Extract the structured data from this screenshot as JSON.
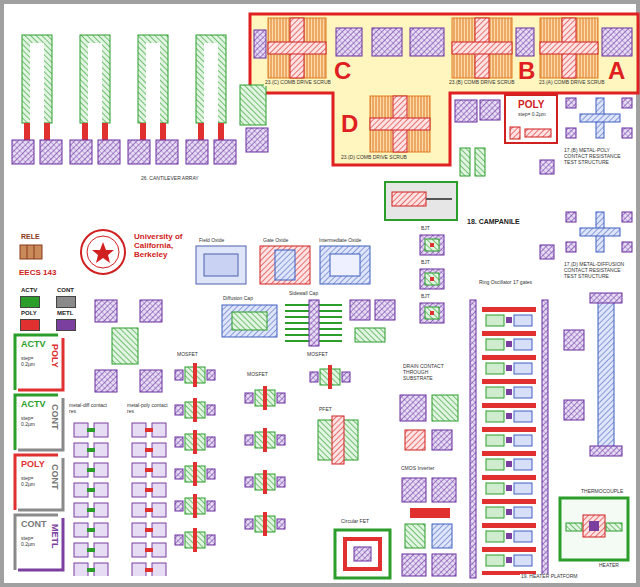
{
  "diagram": {
    "nodes": [
      {
        "text": [
          "C",
          "B",
          "A"
        ]
      },
      {
        "text": [
          "D"
        ]
      }
    ],
    "labels": [
      "23.(C) COMB DRIVE SCRUB",
      "23.(B) COMB DRIVE SCRUB",
      "23.(A) COMB DRIVE SCRUB",
      "23.(D) COMB DRIVE SCRUB",
      "POLY",
      "step= 0.2µm",
      "17.(B) METAL-POLY CONTACT RESISTANCE TEST STRUCTURE",
      "26. CANTILEVER ARRAY",
      "RELE",
      "EECS 143",
      "University of California, Berkeley",
      "Field Oxide",
      "Gate Oxide",
      "Intermediate Oxide",
      "18. CAMPANILE",
      "17.(D) METAL-DIFFUSION CONTACT RESISTANCE TEST STRUCTURE",
      "BJT",
      "BJT",
      "BJT",
      "Ring Oscillator 17 gates",
      "Diffusion Cap",
      "Sidewall Cap",
      "MOSFET",
      "MOSFET",
      "MOSFET",
      "DRAIN CONTACT THROUGH SUBSTRATE",
      "CMOS Inverter",
      "metal-diff contact res",
      "metal-poly contact res",
      "PFET",
      "Circular FET",
      "THERMOCOUPLE",
      "HEATER",
      "19. HEATER PLATFORM",
      "ACTV",
      "POLY",
      "step= 0.2µm",
      "ACTV",
      "CONT",
      "step= 0.2µm",
      "POLY",
      "CONT",
      "step= 0.2µm",
      "CONT",
      "METL",
      "step= 0.2µm"
    ],
    "legend": [
      {
        "text": "ACTV",
        "color": "#2a9d2a"
      },
      {
        "text": "CONT",
        "color": "#8a8a8a"
      },
      {
        "text": "POLY",
        "color": "#e03030"
      },
      {
        "text": "METL",
        "color": "#7b3fa0"
      }
    ]
  }
}
